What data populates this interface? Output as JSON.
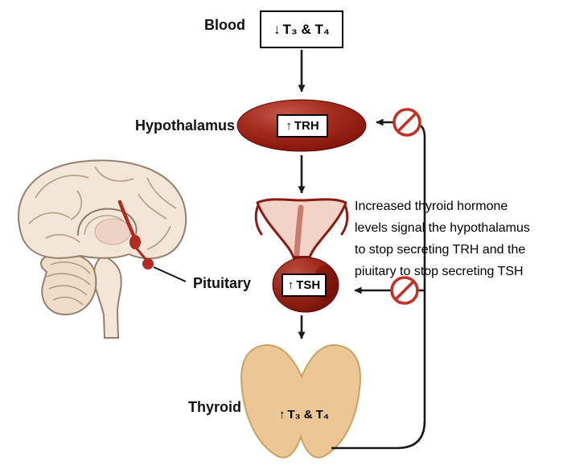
{
  "labels": {
    "blood": "Blood",
    "hypothalamus": "Hypothalamus",
    "pituitary": "Pituitary",
    "thyroid": "Thyroid"
  },
  "hormone_boxes": {
    "blood": {
      "arrow": "↓",
      "text": "T₃ & T₄"
    },
    "trh": {
      "arrow": "↑",
      "text": "TRH"
    },
    "tsh": {
      "arrow": "↑",
      "text": "TSH"
    },
    "thyroid": {
      "arrow": "↑",
      "text": "T₃ & T₄"
    }
  },
  "annotation": {
    "lines": [
      "Increased thyroid hormone",
      "levels signal the hypothalamus",
      "to stop secreting TRH and the",
      "piuitary to stop secreting TSH"
    ]
  },
  "colors": {
    "gland_red": "#9e2317",
    "gland_red_dark": "#5e0a04",
    "inhibit_red": "#c23127",
    "thyroid_tan": "#ecc795",
    "thyroid_outline": "#c9a263",
    "brain_beige": "#f1e6d7",
    "brain_outline": "#96806d",
    "arrow_black": "#1a1a1a"
  }
}
